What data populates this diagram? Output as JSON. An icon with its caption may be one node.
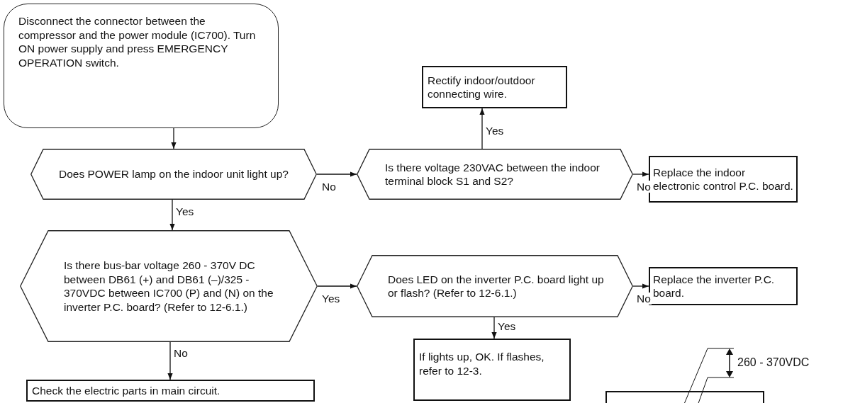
{
  "diagram": {
    "nodes": [
      {
        "text": [
          "Disconnect the connector between the compressor and the power module (IC700). Turn ON power supply and press EMERGENCY OPERATION switch."
        ]
      },
      {
        "text": [
          "Does POWER lamp on the indoor unit light up?"
        ]
      },
      {
        "text": [
          "Rectify indoor/outdoor connecting wire."
        ]
      },
      {
        "text": [
          "Is there voltage 230VAC between the indoor terminal block S1 and S2?"
        ]
      },
      {
        "text": [
          "Replace the indoor electronic control P.C. board."
        ]
      },
      {
        "text": [
          "Is there bus-bar voltage 260 - 370V DC between DB61 (+) and DB61 (–)/325 - 370VDC between IC700 (P) and (N) on the inverter P.C. board? (Refer to 12-6.1.)"
        ]
      },
      {
        "text": [
          "Check the electric parts in main circuit."
        ]
      },
      {
        "text": [
          "Does LED on the inverter P.C. board light up or flash? (Refer to 12-6.1.)"
        ]
      },
      {
        "text": [
          "Replace the inverter P.C. board."
        ]
      },
      {
        "text": [
          "If lights up, OK. If flashes, refer to 12-3."
        ]
      }
    ],
    "edges": [
      {
        "from": 0,
        "to": 1,
        "arrow": "to"
      },
      {
        "from": 1,
        "to": 3,
        "arrow": "to",
        "label": "No"
      },
      {
        "from": 3,
        "to": 2,
        "arrow": "to",
        "label": "Yes"
      },
      {
        "from": 3,
        "to": 4,
        "arrow": "to",
        "label": "No"
      },
      {
        "from": 1,
        "to": 5,
        "arrow": "to",
        "label": "Yes"
      },
      {
        "from": 5,
        "to": 7,
        "arrow": "to",
        "label": "Yes"
      },
      {
        "from": 5,
        "to": 6,
        "arrow": "to",
        "label": "No"
      },
      {
        "from": 7,
        "to": 8,
        "arrow": "to",
        "label": "No"
      },
      {
        "from": 7,
        "to": 9,
        "arrow": "to",
        "label": "Yes"
      }
    ],
    "labels": [
      "260 - 370VDC"
    ]
  }
}
